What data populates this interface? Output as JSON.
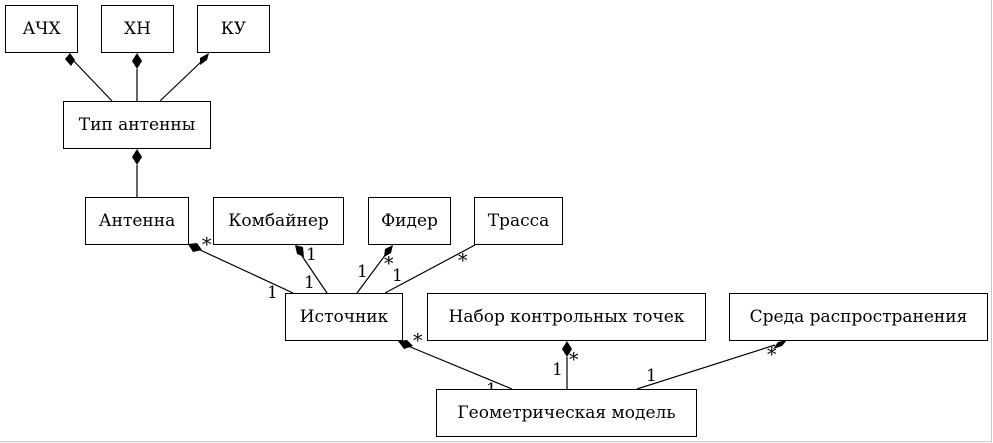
{
  "nodes": {
    "achh": "АЧХ",
    "hn": "ХН",
    "ku": "КУ",
    "antenna_type": "Тип антенны",
    "antenna": "Антенна",
    "combiner": "Комбайнер",
    "feeder": "Фидер",
    "trassa": "Трасса",
    "source": "Источник",
    "checkpoints": "Набор контрольных точек",
    "medium": "Среда распространения",
    "geo_model": "Геометрическая модель"
  },
  "multiplicities": {
    "antenna_many": "*",
    "antenna_one": "1",
    "combiner_one_top": "1",
    "combiner_one_bottom": "1",
    "feeder_one_left": "1",
    "feeder_many": "*",
    "feeder_one_right": "1",
    "trassa_many": "*",
    "source_many": "*",
    "source_one": "1",
    "checkpoints_many": "*",
    "checkpoints_one": "1",
    "medium_one": "1",
    "medium_many": "*"
  }
}
